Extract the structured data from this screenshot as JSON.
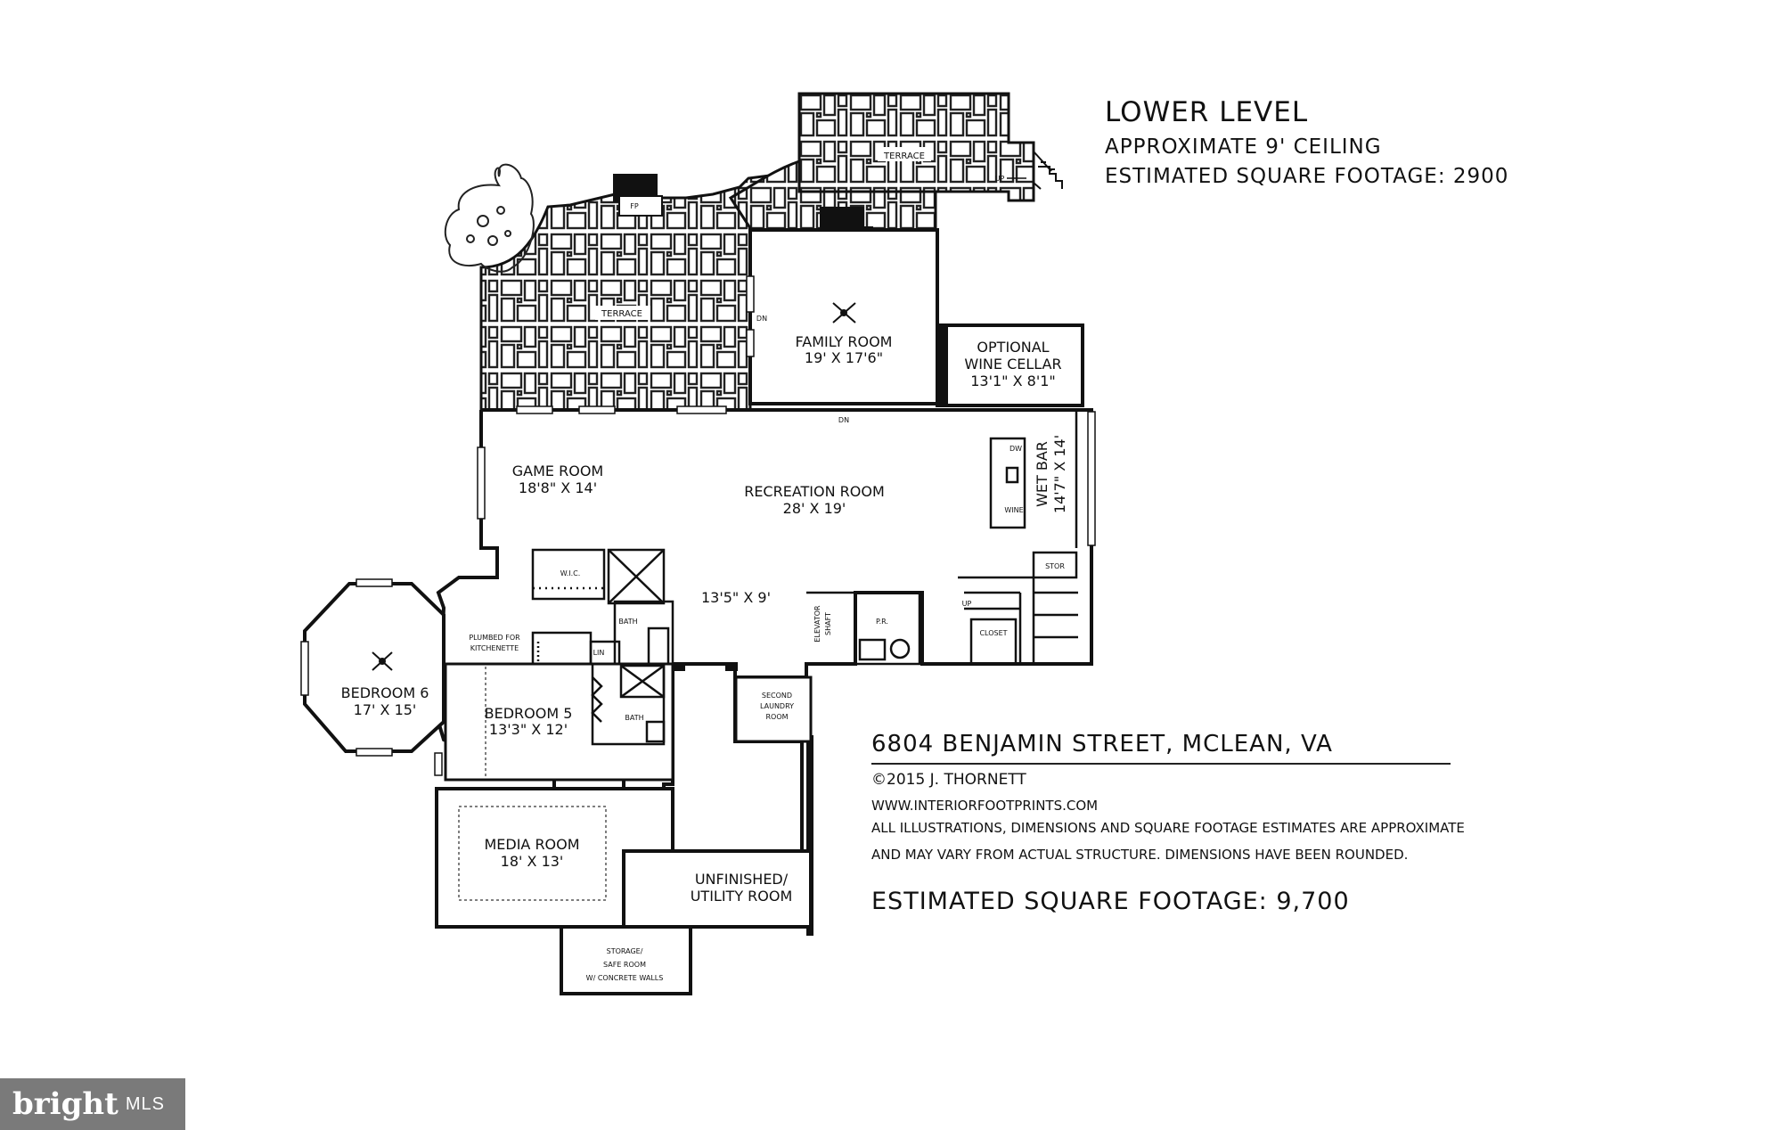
{
  "header": {
    "title": "LOWER LEVEL",
    "ceiling": "APPROXIMATE 9' CEILING",
    "level_sqft": "ESTIMATED SQUARE FOOTAGE: 2900"
  },
  "rooms": {
    "terrace_right": "TERRACE",
    "terrace_left": "TERRACE",
    "fp_left": "FP",
    "fp_family": "FP",
    "family_room": {
      "name": "FAMILY ROOM",
      "dims": "19' X 17'6\""
    },
    "wine_cellar": {
      "line1": "OPTIONAL",
      "line2": "WINE CELLAR",
      "dims": "13'1\" X 8'1\""
    },
    "game_room": {
      "name": "GAME ROOM",
      "dims": "18'8\" X 14'"
    },
    "recreation_room": {
      "name": "RECREATION ROOM",
      "dims": "28' X 19'"
    },
    "wet_bar": {
      "name": "WET BAR",
      "dims": "14'7\" X 14'"
    },
    "dw": "DW",
    "wine": "WINE",
    "stor": "STOR",
    "hall": "13'5\" X 9'",
    "wic": "W.I.C.",
    "bath1": "BATH",
    "bath2": "BATH",
    "lin": "LIN",
    "kitchenette": {
      "line1": "PLUMBED FOR",
      "line2": "KITCHENETTE"
    },
    "elevator": {
      "line1": "ELEVATOR",
      "line2": "SHAFT"
    },
    "pr": "P.R.",
    "closet": "CLOSET",
    "bedroom6": {
      "name": "BEDROOM 6",
      "dims": "17' X 15'"
    },
    "bedroom5": {
      "name": "BEDROOM 5",
      "dims": "13'3\" X 12'"
    },
    "second_laundry": {
      "line1": "SECOND",
      "line2": "LAUNDRY",
      "line3": "ROOM"
    },
    "media_room": {
      "name": "MEDIA ROOM",
      "dims": "18' X 13'"
    },
    "utility": {
      "line1": "UNFINISHED/",
      "line2": "UTILITY ROOM"
    },
    "storage": {
      "line1": "STORAGE/",
      "line2": "SAFE ROOM",
      "line3": "W/ CONCRETE WALLS"
    },
    "up": "UP",
    "dn": "DN"
  },
  "info": {
    "address": "6804 BENJAMIN STREET, MCLEAN, VA",
    "credit": "©2015 J. THORNETT",
    "website": "WWW.INTERIORFOOTPRINTS.COM",
    "disclaimer1": "ALL ILLUSTRATIONS, DIMENSIONS AND SQUARE FOOTAGE ESTIMATES ARE APPROXIMATE",
    "disclaimer2": "AND MAY VARY FROM ACTUAL STRUCTURE. DIMENSIONS HAVE BEEN ROUNDED.",
    "total_sqft": "ESTIMATED SQUARE FOOTAGE: 9,700"
  },
  "brand": {
    "word": "bright",
    "suffix": "MLS"
  },
  "icons": [
    "tree-icon",
    "ceiling-fan-icon",
    "fireplace-icon",
    "stairs-icon"
  ]
}
